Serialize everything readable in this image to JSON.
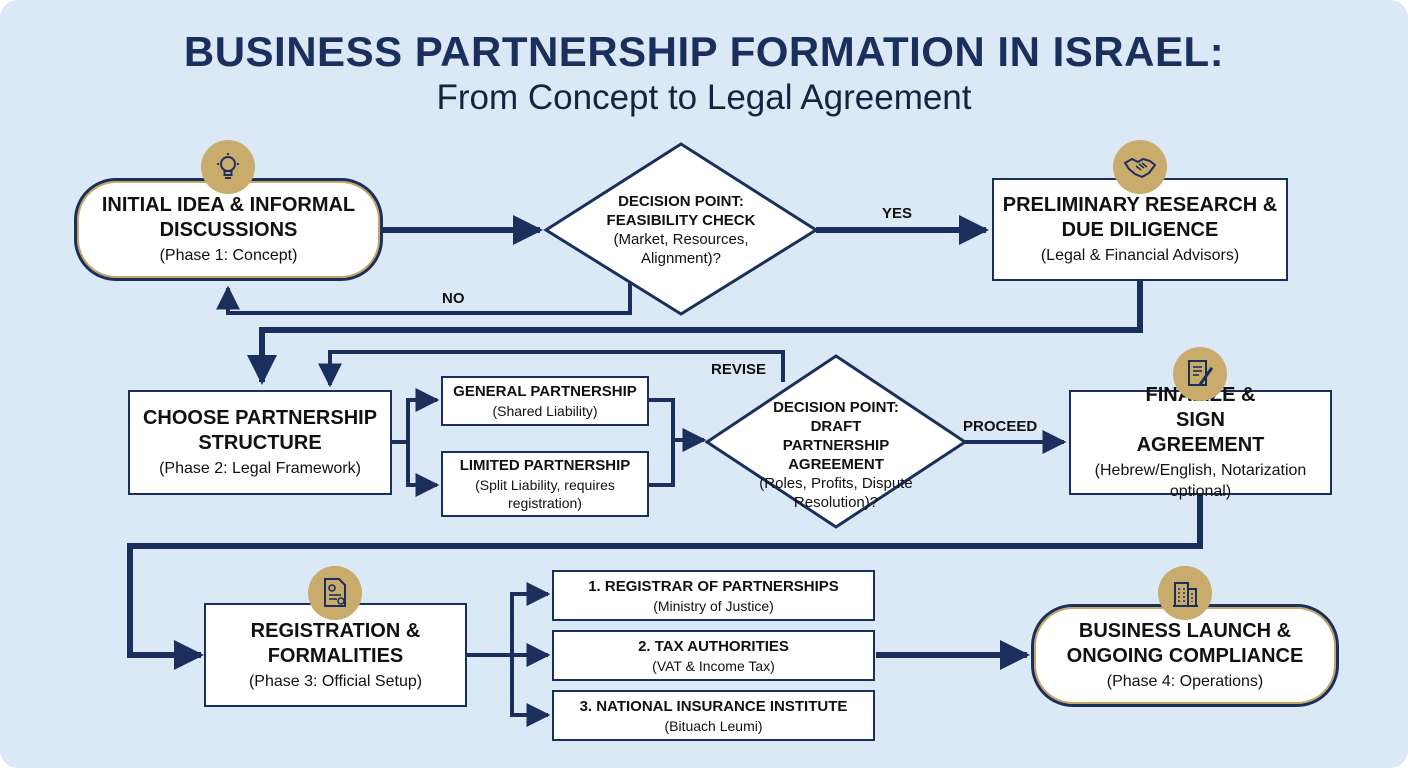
{
  "title": {
    "main": "BUSINESS PARTNERSHIP FORMATION IN ISRAEL:",
    "sub": "From Concept to Legal Agreement"
  },
  "nodes": {
    "initial_idea": {
      "title": "INITIAL IDEA & INFORMAL DISCUSSIONS",
      "subtitle": "(Phase 1: Concept)",
      "icon": "lightbulb-icon"
    },
    "feasibility": {
      "title": "DECISION POINT: FEASIBILITY CHECK",
      "subtitle": "(Market, Resources, Alignment)?"
    },
    "research": {
      "title": "PRELIMINARY RESEARCH & DUE DILIGENCE",
      "subtitle": "(Legal & Financial Advisors)",
      "icon": "handshake-icon"
    },
    "structure": {
      "title": "CHOOSE PARTNERSHIP STRUCTURE",
      "subtitle": "(Phase 2: Legal Framework)"
    },
    "general": {
      "title": "GENERAL PARTNERSHIP",
      "subtitle": "(Shared Liability)"
    },
    "limited": {
      "title": "LIMITED PARTNERSHIP",
      "subtitle": "(Split Liability, requires registration)"
    },
    "draft": {
      "title": "DECISION POINT: DRAFT PARTNERSHIP AGREEMENT",
      "subtitle": "(Roles, Profits, Dispute Resolution)?"
    },
    "finalize": {
      "title": "FINALIZE & SIGN AGREEMENT",
      "subtitle": "(Hebrew/English, Notarization optional)",
      "icon": "document-pen-icon"
    },
    "registration": {
      "title": "REGISTRATION & FORMALITIES",
      "subtitle": "(Phase 3: Official Setup)",
      "icon": "registration-form-icon"
    },
    "registrar": {
      "title": "1. REGISTRAR OF PARTNERSHIPS",
      "subtitle": "(Ministry of Justice)"
    },
    "tax": {
      "title": "2. TAX AUTHORITIES",
      "subtitle": "(VAT & Income Tax)"
    },
    "insurance": {
      "title": "3. NATIONAL INSURANCE INSTITUTE",
      "subtitle": "(Bituach Leumi)"
    },
    "launch": {
      "title": "BUSINESS LAUNCH & ONGOING COMPLIANCE",
      "subtitle": "(Phase 4: Operations)",
      "icon": "office-building-icon"
    }
  },
  "edge_labels": {
    "yes": "YES",
    "no": "NO",
    "revise": "REVISE",
    "proceed": "PROCEED"
  },
  "colors": {
    "navy": "#1b2f5c",
    "gold": "#c9ab6c",
    "background": "#dbe9f7"
  }
}
